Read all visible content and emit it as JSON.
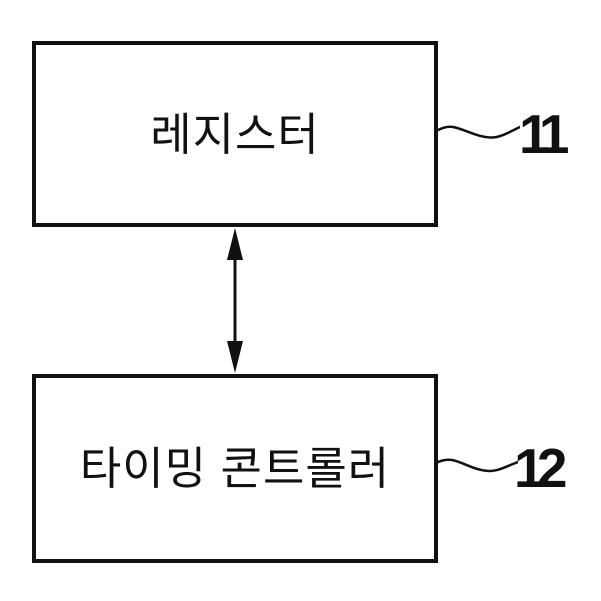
{
  "diagram": {
    "type": "block-diagram",
    "colors": {
      "background": "#ffffff",
      "line": "#111111",
      "text": "#111111"
    },
    "blocks": [
      {
        "id": "register",
        "label": "레지스터",
        "ref": "11"
      },
      {
        "id": "timing-controller",
        "label": "타이밍 콘트롤러",
        "ref": "12"
      }
    ],
    "connectors": {
      "arrow": {
        "type": "double-headed-arrow",
        "orientation": "vertical",
        "between": [
          "register",
          "timing-controller"
        ]
      },
      "reference_leads": [
        {
          "style": "wavy-line",
          "attaches": "register",
          "points_to": "11"
        },
        {
          "style": "wavy-line",
          "attaches": "timing-controller",
          "points_to": "12"
        }
      ]
    }
  }
}
